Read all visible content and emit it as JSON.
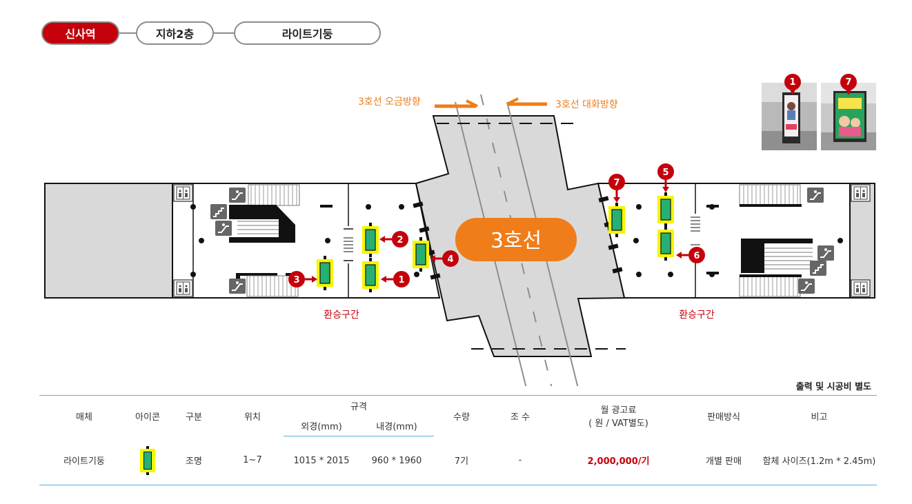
{
  "breadcrumb": {
    "station": "신사역",
    "floor": "지하2층",
    "media": "라이트기둥"
  },
  "map": {
    "line_badge": "3호선",
    "direction_left": "3호선 오금방향",
    "direction_right": "3호선 대화방향",
    "transfer_left": "환승구간",
    "transfer_right": "환승구간",
    "markers": [
      "1",
      "2",
      "3",
      "4",
      "5",
      "6",
      "7"
    ]
  },
  "photos": [
    {
      "marker": "1"
    },
    {
      "marker": "7"
    }
  ],
  "note": "출력 및 시공비 별도",
  "table": {
    "headers": {
      "media": "매체",
      "icon": "아이콘",
      "category": "구분",
      "location": "위치",
      "spec": "규격",
      "outer": "외경(mm)",
      "inner": "내경(mm)",
      "quantity": "수량",
      "faces": "조 수",
      "price_line1": "월 광고료",
      "price_line2": "( 원 / VAT별도)",
      "sales": "판매방식",
      "remarks": "비고"
    },
    "row": {
      "media": "라이트기둥",
      "category": "조명",
      "location": "1~7",
      "outer": "1015 * 2015",
      "inner": "960 * 1960",
      "quantity": "7기",
      "faces": "-",
      "price": "2,000,000/기",
      "sales": "개별 판매",
      "remarks": "함체 사이즈(1.2m * 2.45m)"
    }
  },
  "colors": {
    "accent": "#c4000b",
    "orange": "#ef7d1a",
    "table_line": "#4fb3e0",
    "ad_green": "#27b074",
    "ad_yellow": "#f5f500"
  }
}
